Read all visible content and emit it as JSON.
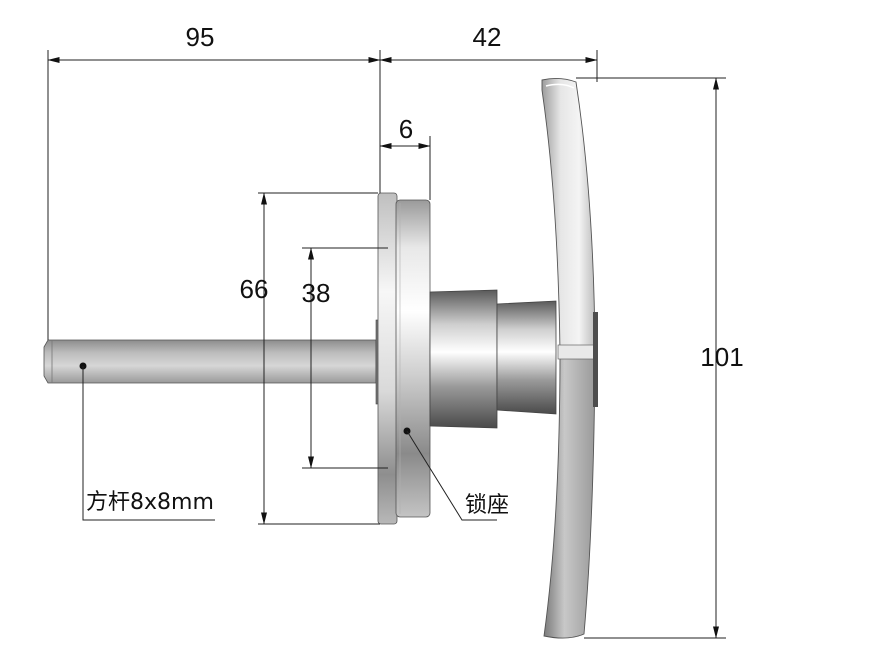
{
  "dimensions": {
    "shaft_length": "95",
    "handle_depth": "42",
    "flange_thickness": "6",
    "seat_outer_diameter": "66",
    "seat_inner_diameter": "38",
    "handle_height": "101"
  },
  "callouts": {
    "shaft_label": "方杆8x8mm",
    "seat_label": "锁座"
  },
  "colors": {
    "line": "#222222",
    "metal_light": "#f2f2f2",
    "metal_dark": "#6e6e6e"
  }
}
